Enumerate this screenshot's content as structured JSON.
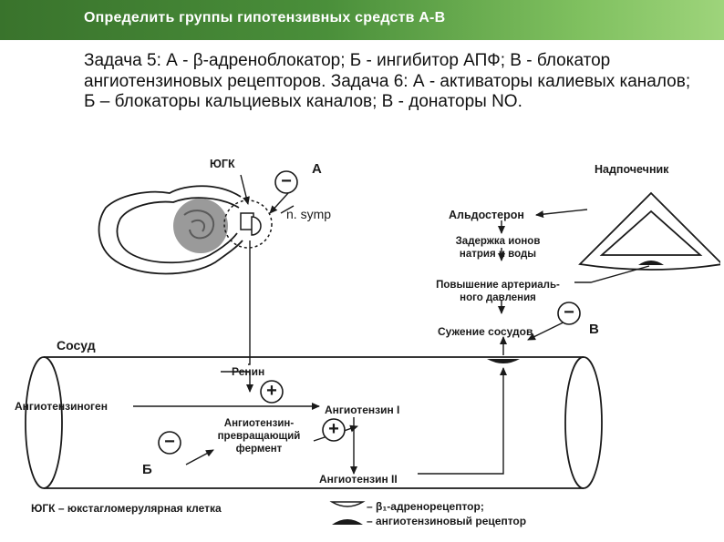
{
  "slide": {
    "title": "Определить группы гипотензивных средств А-В",
    "task_text": "Задача 5: А - β-адреноблокатор; Б - ингибитор АПФ; В - блокатор ангиотензиновых рецепторов. Задача 6: А - активаторы калиевых каналов; Б – блокаторы кальциевых каналов; В - донаторы NO."
  },
  "diagram": {
    "yugk": "ЮГК",
    "label_a": "А",
    "n_symp": "n. symp",
    "adrenal": "Надпочечник",
    "aldosterone": "Альдостерон",
    "retention_1": "Задержка ионов",
    "retention_2": "натрия и воды",
    "pressure_1": "Повышение артериаль-",
    "pressure_2": "ного давления",
    "narrowing": "Сужение сосудов",
    "label_v": "В",
    "vessel": "Сосуд",
    "renin": "Ренин",
    "angiotensinogen": "Ангиотензиноген",
    "angiotensin1": "Ангиотензин I",
    "ace_1": "Ангиотензин-",
    "ace_2": "превращающий",
    "ace_3": "фермент",
    "label_b": "Б",
    "angiotensin2": "Ангиотензин II",
    "legend_yugk": "ЮГК – юкстагломерулярная клетка",
    "legend_beta": "– β₁-адренорецептор;",
    "legend_at": "– ангиотензиновый рецептор",
    "minus": "−",
    "plus": "+"
  }
}
